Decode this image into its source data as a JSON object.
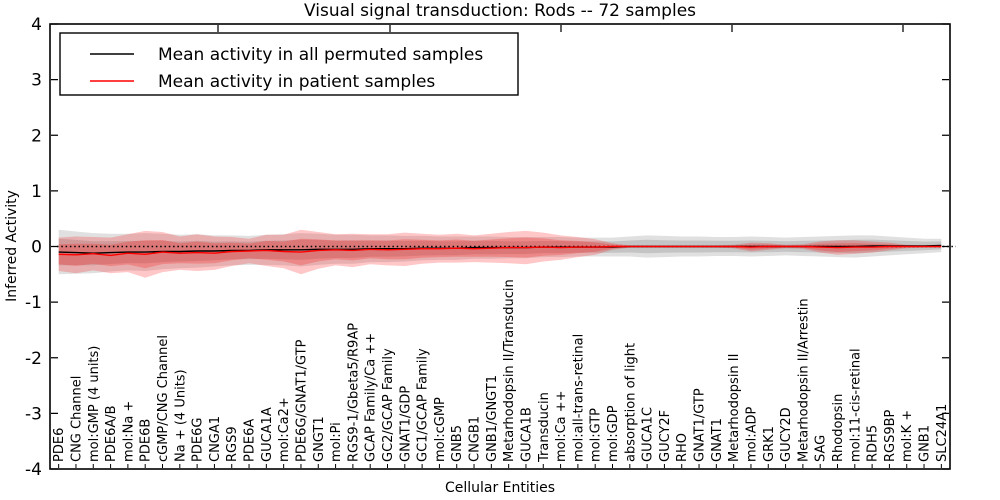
{
  "chart_data": {
    "type": "line",
    "title": "Visual signal transduction: Rods -- 72 samples",
    "xlabel": "Cellular Entities",
    "ylabel": "Inferred Activity",
    "ylim": [
      -4,
      4
    ],
    "yticks": [
      4,
      3,
      2,
      1,
      0,
      -1,
      -2,
      -3,
      -4
    ],
    "grid": false,
    "legend_position": "upper left",
    "zero_line": {
      "style": "dotted",
      "color": "#000000",
      "y": 0
    },
    "categories": [
      "PDE6",
      "CNG Channel",
      "mol:GMP (4 units)",
      "PDE6A/B",
      "mol:Na +",
      "PDE6B",
      "cGMP/CNG Channel",
      "Na + (4 Units)",
      "PDE6G",
      "CNGA1",
      "RGS9",
      "PDE6A",
      "GUCA1A",
      "mol:Ca2+",
      "PDE6G/GNAT1/GTP",
      "GNGT1",
      "mol:Pi",
      "RGS9-1/Gbeta5/R9AP",
      "GCAP Family/Ca ++",
      "GC2/GCAP Family",
      "GNAT1/GDP",
      "GC1/GCAP Family",
      "mol:cGMP",
      "GNB5",
      "CNGB1",
      "GNB1/GNGT1",
      "Metarhodopsin II/Transducin",
      "GUCA1B",
      "Transducin",
      "mol:Ca ++",
      "mol:all-trans-retinal",
      "mol:GTP",
      "mol:GDP",
      "absorption of light",
      "GUCA1C",
      "GUCY2F",
      "RHO",
      "GNAT1/GTP",
      "GNAT1",
      "Metarhodopsin II",
      "mol:ADP",
      "GRK1",
      "GUCY2D",
      "Metarhodopsin II/Arrestin",
      "SAG",
      "Rhodopsin",
      "mol:11-cis-retinal",
      "RDH5",
      "RGS9BP",
      "mol:K +",
      "GNB1",
      "SLC24A1"
    ],
    "series": [
      {
        "name": "Mean activity in all permuted samples",
        "color": "#000000",
        "band_color": "#000000",
        "band_opacity": 0.12,
        "values": [
          -0.1,
          -0.11,
          -0.12,
          -0.11,
          -0.1,
          -0.1,
          -0.09,
          -0.09,
          -0.08,
          -0.08,
          -0.07,
          -0.07,
          -0.06,
          -0.06,
          -0.06,
          -0.05,
          -0.05,
          -0.05,
          -0.04,
          -0.04,
          -0.04,
          -0.03,
          -0.03,
          -0.03,
          -0.02,
          -0.02,
          -0.02,
          -0.02,
          -0.01,
          -0.01,
          -0.01,
          -0.01,
          -0.01,
          0.0,
          0.0,
          0.0,
          0.0,
          0.0,
          0.0,
          0.0,
          0.0,
          0.0,
          0.0,
          0.0,
          0.0,
          0.0,
          0.0,
          0.01,
          0.01,
          0.01,
          0.01,
          0.02
        ],
        "band_halfwidth": [
          0.4,
          0.38,
          0.36,
          0.34,
          0.33,
          0.34,
          0.32,
          0.3,
          0.3,
          0.28,
          0.27,
          0.26,
          0.27,
          0.28,
          0.3,
          0.28,
          0.26,
          0.26,
          0.24,
          0.24,
          0.23,
          0.22,
          0.21,
          0.21,
          0.2,
          0.2,
          0.19,
          0.19,
          0.18,
          0.18,
          0.17,
          0.17,
          0.17,
          0.18,
          0.2,
          0.19,
          0.18,
          0.18,
          0.17,
          0.17,
          0.18,
          0.17,
          0.16,
          0.17,
          0.18,
          0.19,
          0.2,
          0.19,
          0.17,
          0.15,
          0.13,
          0.12
        ]
      },
      {
        "name": "Mean activity in patient samples",
        "color": "#ff0000",
        "band_color": "#ff0000",
        "band_opacity": 0.22,
        "values": [
          -0.14,
          -0.15,
          -0.13,
          -0.16,
          -0.12,
          -0.14,
          -0.1,
          -0.12,
          -0.11,
          -0.12,
          -0.09,
          -0.08,
          -0.07,
          -0.09,
          -0.1,
          -0.07,
          -0.06,
          -0.07,
          -0.05,
          -0.06,
          -0.05,
          -0.04,
          -0.04,
          -0.03,
          -0.04,
          -0.03,
          -0.02,
          -0.02,
          -0.01,
          -0.02,
          -0.01,
          -0.01,
          0.0,
          0.0,
          0.0,
          0.0,
          0.0,
          0.0,
          0.0,
          0.0,
          -0.01,
          0.0,
          0.0,
          0.0,
          -0.01,
          -0.02,
          -0.01,
          -0.01,
          0.0,
          0.0,
          0.0,
          0.0
        ],
        "band_halfwidth": [
          0.3,
          0.33,
          0.3,
          0.32,
          0.34,
          0.42,
          0.36,
          0.3,
          0.33,
          0.3,
          0.26,
          0.22,
          0.28,
          0.3,
          0.4,
          0.33,
          0.28,
          0.3,
          0.27,
          0.28,
          0.3,
          0.27,
          0.25,
          0.26,
          0.24,
          0.26,
          0.28,
          0.3,
          0.26,
          0.22,
          0.18,
          0.14,
          0.06,
          0.02,
          0.02,
          0.02,
          0.02,
          0.02,
          0.02,
          0.03,
          0.08,
          0.06,
          0.03,
          0.04,
          0.1,
          0.13,
          0.12,
          0.1,
          0.07,
          0.03,
          0.02,
          0.02
        ]
      }
    ]
  }
}
